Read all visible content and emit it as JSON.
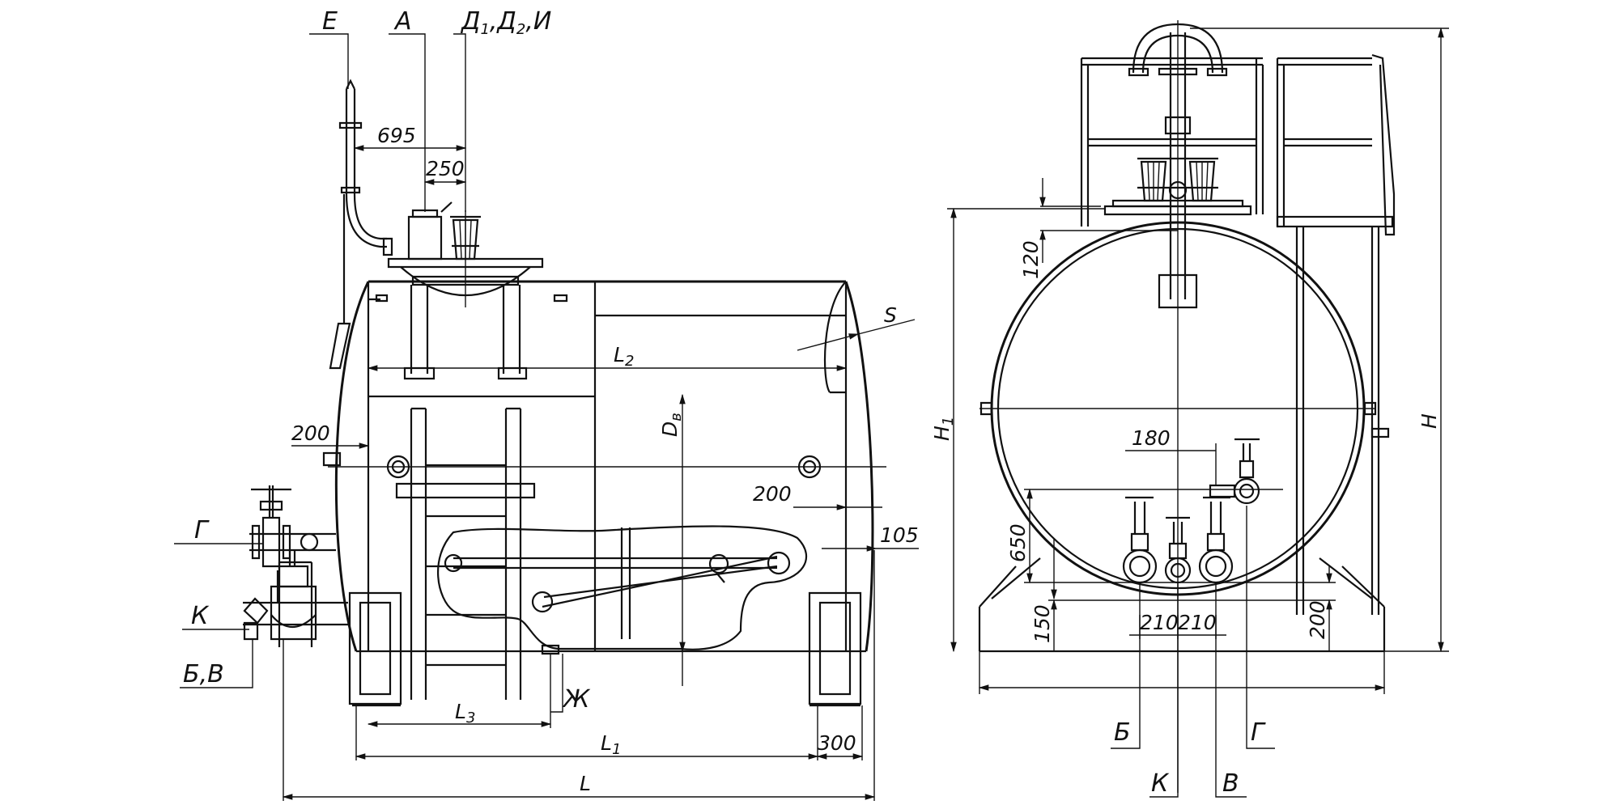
{
  "colors": {
    "line": "#111111",
    "background": "#ffffff"
  },
  "side_view": {
    "callouts": {
      "E": "Е",
      "A": "А",
      "D_prefix": "Д",
      "D_sub1": "1",
      "D_sep": ",Д",
      "D_sub2": "2",
      "D_suffix": ",И",
      "G": "Г",
      "K": "К",
      "BV": "Б,В",
      "ZH": "Ж"
    },
    "dimensions": {
      "d695": "695",
      "d250": "250",
      "L2_main": "L",
      "L2_sub": "2",
      "d200_left": "200",
      "Dv_main": "D",
      "Dv_sub": "в",
      "d200_right": "200",
      "d105": "105",
      "S": "S",
      "L3_main": "L",
      "L3_sub": "3",
      "L1_main": "L",
      "L1_sub": "1",
      "d300": "300",
      "L": "L"
    }
  },
  "end_view": {
    "callouts": {
      "B": "Б",
      "G": "Г",
      "K": "К",
      "V": "В"
    },
    "dimensions": {
      "d120": "120",
      "H1_main": "H",
      "H1_sub": "1",
      "H": "H",
      "d180": "180",
      "d650": "650",
      "d150": "150",
      "d210_a": "210",
      "d210_b": "210",
      "d200": "200"
    }
  }
}
